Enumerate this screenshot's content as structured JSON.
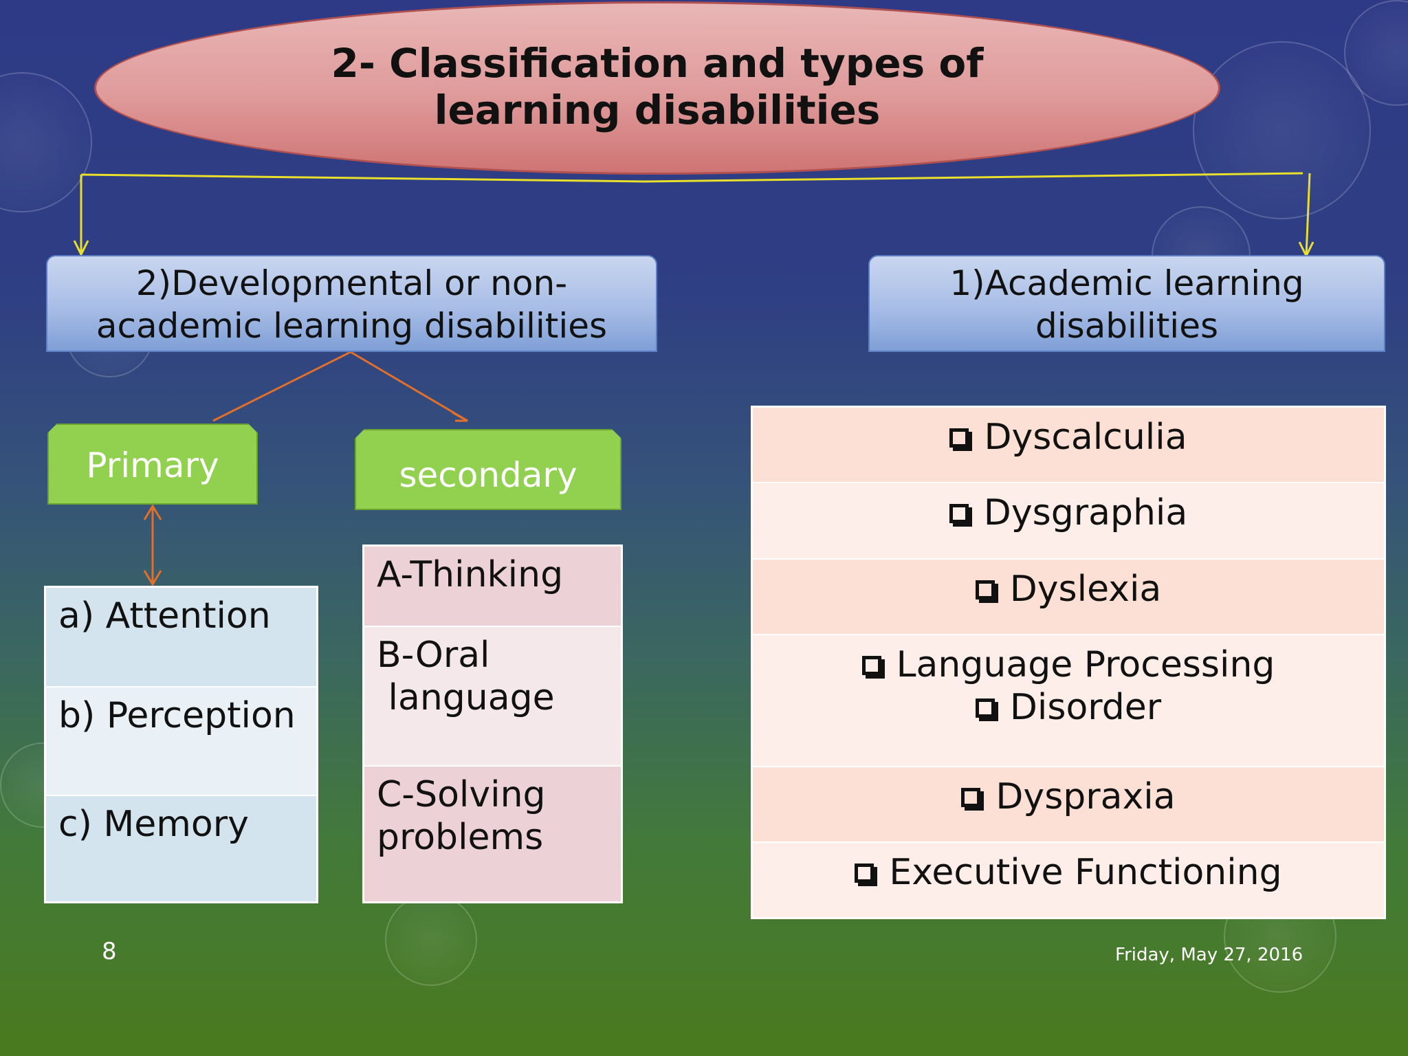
{
  "title": {
    "line1": "2- Classification and types of",
    "line2": "learning disabilities"
  },
  "developmental": {
    "line1": "2)Developmental or non-",
    "line2": "academic learning disabilities"
  },
  "academic": {
    "line1": "1)Academic learning",
    "line2": "disabilities"
  },
  "primary": {
    "label": "Primary",
    "items": [
      "a)  Attention",
      "b) Perception",
      "c) Memory"
    ]
  },
  "secondary": {
    "label": "secondary",
    "items": [
      {
        "line1": "A-Thinking",
        "line2": ""
      },
      {
        "line1": "B-Oral",
        "line2": " language"
      },
      {
        "line1": "C-Solving",
        "line2": "problems"
      }
    ]
  },
  "academic_types": [
    {
      "line1": "Dyscalculia",
      "line2": ""
    },
    {
      "line1": "Dysgraphia",
      "line2": ""
    },
    {
      "line1": "Dyslexia",
      "line2": ""
    },
    {
      "line1": "Language Processing",
      "line2": "Disorder"
    },
    {
      "line1": "Dyspraxia",
      "line2": ""
    },
    {
      "line1": "Executive Functioning",
      "line2": ""
    }
  ],
  "footer": {
    "page_number": "8",
    "date": "Friday, May 27, 2016"
  },
  "colors": {
    "title_fill": "#df9a9a",
    "category_fill": "#a8bde6",
    "tag_fill": "#92d050",
    "primary_cells": [
      "#d3e4ee",
      "#e9f1f6"
    ],
    "secondary_cells": [
      "#ecd2d6",
      "#f4e8ea"
    ],
    "academic_rows": [
      "#fde0d5",
      "#fdeeea"
    ],
    "connector_yellow": "#e8e02a",
    "connector_orange": "#e0702a"
  },
  "icons": {
    "bullet": "checkbox-icon"
  }
}
